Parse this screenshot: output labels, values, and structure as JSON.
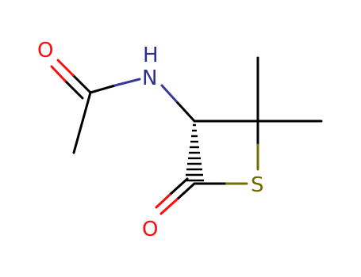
{
  "molecule": {
    "atoms": {
      "O1": {
        "symbol": "O",
        "color": "#ff0d0d"
      },
      "H": {
        "symbol": "H",
        "color": "#2e2e8f"
      },
      "N": {
        "symbol": "N",
        "color": "#2e2e8f"
      },
      "S": {
        "symbol": "S",
        "color": "#6b6b00"
      },
      "O2": {
        "symbol": "O",
        "color": "#ff0d0d"
      }
    },
    "colors": {
      "carbon_bond": "#000000",
      "nitrogen": "#3a3a99",
      "oxygen": "#ff0d0d",
      "sulfur": "#707000"
    }
  }
}
